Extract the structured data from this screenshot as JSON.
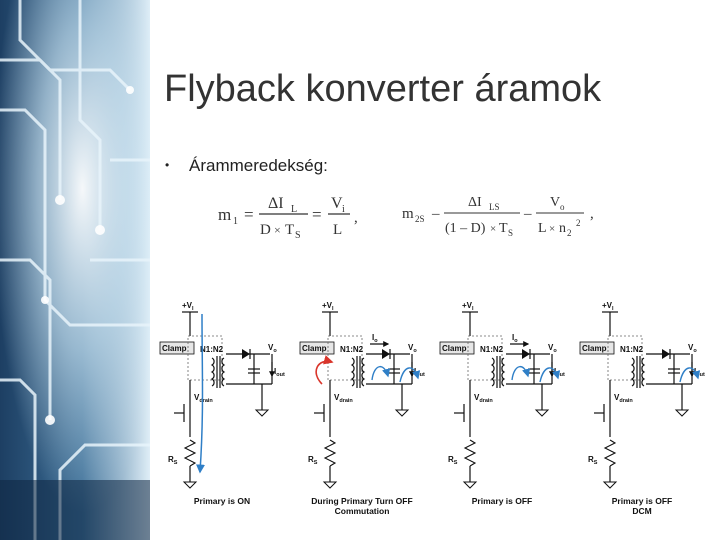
{
  "slide": {
    "title": "Flyback konverter áramok",
    "bullet_symbol": "•",
    "bullet_text": "Árammeredekség:"
  },
  "equations": {
    "m1": {
      "lhs": "m",
      "lhs_sub": "1",
      "num1": "ΔI",
      "num1_sub": "L",
      "den1_a": "D",
      "den1_b": "T",
      "den1_b_sub": "S",
      "num2": "V",
      "num2_sub": "i",
      "den2": "L",
      "eq": "=",
      "times": "×",
      "comma": ","
    },
    "m2": {
      "lhs": "m",
      "lhs_sub": "2S",
      "num1": "ΔI",
      "num1_sub": "LS",
      "den1": "(1 – D)",
      "den1_b": "T",
      "den1_b_sub": "S",
      "num2": "V",
      "num2_sub": "o",
      "den2_a": "L",
      "den2_b": "n",
      "den2_b_sub": "2",
      "den2_sup": "2",
      "minus": "–",
      "times": "×",
      "comma": ","
    }
  },
  "circuit_labels": {
    "vin": "+V",
    "vin_sub": "I",
    "clamp": "Clamp",
    "ratio": "N1:N2",
    "vo": "V",
    "vo_sub": "o",
    "io": "I",
    "io_sub": "o",
    "iout": "I",
    "iout_sub": "out",
    "vdrain": "V",
    "vdrain_sub": "drain",
    "rs": "R",
    "rs_sub": "S"
  },
  "panels": [
    {
      "caption_line1": "Primary is ON",
      "caption_line2": ""
    },
    {
      "caption_line1": "During Primary Turn OFF",
      "caption_line2": "Commutation"
    },
    {
      "caption_line1": "Primary is OFF",
      "caption_line2": ""
    },
    {
      "caption_line1": "Primary is OFF",
      "caption_line2": "DCM"
    }
  ],
  "colors": {
    "accent_blue": "#2f7fc7",
    "accent_red": "#d9352b",
    "art_dark": "#1d3f63",
    "art_light": "#c8e6f5"
  }
}
